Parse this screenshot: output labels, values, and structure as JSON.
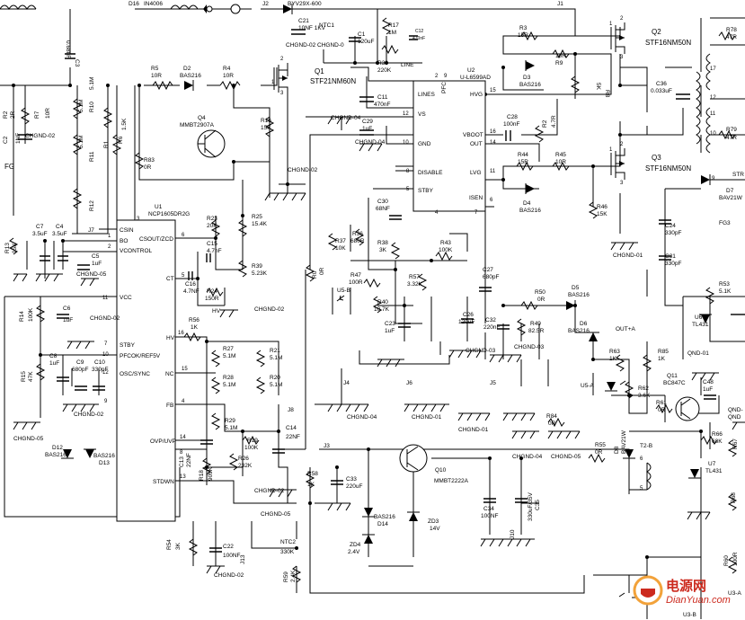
{
  "labels": {
    "d16": "D16",
    "in4006": "IN4006",
    "j2": "J2",
    "byv": "BYV29X-600",
    "j1": "J1",
    "c3": "C3",
    "c3v": "0.68uF",
    "ntc1": "NTC1",
    "c21": "C21",
    "c21v": "10NF 1KV",
    "chgnd02a": "CHGND-02",
    "chgnd0": "CHGND-0",
    "c1": "C1",
    "c1v": "120uF",
    "r17": "R17",
    "r17v": "1M",
    "c12": "C12",
    "c12v": "470nF",
    "r5": "R5",
    "r5v": "10R",
    "d2": "D2",
    "d2v": "BAS216",
    "r4": "R4",
    "r4v": "10R",
    "q1": "Q1",
    "q1v": "STF21NM60N",
    "r30": "R30",
    "r30v": "220K",
    "line": "LINE",
    "u2": "U2",
    "u2v": "U-L6599AD",
    "r3": "R3",
    "r3v": "15R",
    "r9": "R9",
    "r9v": "10R",
    "d3": "D3",
    "d3v": "BAS216",
    "q2": "Q2",
    "q2v": "STF16NM50N",
    "r8": "R8",
    "r8v": "5K",
    "r78": "R78",
    "r78v": "47R",
    "r7": "R7",
    "r7v": "10R",
    "c2": "C2",
    "c2v": "1NF",
    "r2": "R2",
    "r2v": "2R",
    "r6": "R6",
    "r6v": "5.1M",
    "r11": "R11",
    "r11v": "5.1M",
    "r12": "R12",
    "r10": "R10",
    "r10v": "5.1M",
    "fg": "FG",
    "chgnd02b": "CHGND-02",
    "q4": "Q4",
    "q4v": "MMBT2907A",
    "r16": "R16",
    "r16v": "15K",
    "r1": "R1",
    "r1v": "1.5K",
    "r83": "R83",
    "r83v": "0R",
    "chgnd04a": "CHGND-04",
    "c11": "C11",
    "c11v": "470nF",
    "lines": "LINES",
    "vs": "VS",
    "pfc": "PFC",
    "hvg": "HVG",
    "c28": "C28",
    "c28v": "100nF",
    "vboot": "VBOOT",
    "out": "OUT",
    "r2b": "R2",
    "r2bv": "4.7R",
    "c36": "C36",
    "c36v": "0.033uF",
    "r79": "R79",
    "r79v": "47R",
    "c29": "C29",
    "c29v": "1uF",
    "chgnd04b": "CHGND-04",
    "gnd": "GND",
    "lvg": "LVG",
    "r44": "R44",
    "r44v": "15R",
    "r45": "R45",
    "r45v": "10R",
    "q3": "Q3",
    "q3v": "STF16NM50N",
    "chgnd02c": "CHGND-02",
    "disable": "DISABLE",
    "d4": "D4",
    "d4v": "BAS216",
    "d7": "D7",
    "d7v": "BAV21W",
    "stby": "STBY",
    "r46": "R46",
    "r46v": "15K",
    "fg3": "FG3",
    "u1": "U1",
    "u1v": "NCP1605DR2G",
    "c7": "C7",
    "c7v": "3.5uF",
    "c4": "C4",
    "c4v": "3.5uF",
    "j7": "J7",
    "csin": "CSIN",
    "bo": "BO",
    "vcontrol": "VCONTROL",
    "csout": "CSOUT/ZCD",
    "r23": "R23",
    "r23v": "20K",
    "r25": "R25",
    "r25v": "15.4K",
    "c30": "C30",
    "c30v": "68NF",
    "isen": "ISEN",
    "c24": "C24",
    "c24v": "330pF",
    "r13": "R13",
    "r13v": "15K",
    "c5": "C5",
    "c5v": "1uF",
    "chgnd05a": "CHGND-05",
    "c15": "C15",
    "c15v": "4.7nF",
    "r37": "R37",
    "r37v": "10K",
    "r36": "R36",
    "r36v": "680R",
    "r38": "R38",
    "r38v": "3K",
    "r43": "R43",
    "r43v": "100K",
    "chgnd01a": "CHGND-01",
    "c31": "C31",
    "c31v": "330pF",
    "ct": "CT",
    "r39": "R39",
    "r39v": "5.23K",
    "c16": "C16",
    "c16v": "4.7NF",
    "r24": "R24",
    "r24v": "150R",
    "r0": "R0",
    "r0v": "0R",
    "r47": "R47",
    "r47v": "100R",
    "r57": "R57",
    "r57v": "3.32K",
    "c27": "C27",
    "c27v": "680pF",
    "r53": "R53",
    "r53v": "5.1K",
    "vcc": "VCC",
    "hv": "HV",
    "chgnd02d": "CHGND-02",
    "u5b": "U5-B",
    "r40": "R40",
    "r40v": "10.7K",
    "c26": "C26",
    "c26v": "120uF",
    "r50": "R50",
    "r50v": "0R",
    "d5": "D5",
    "d5v": "BAS216",
    "u6": "U6",
    "u6v": "TL431",
    "r14": "R14",
    "r14v": "100K",
    "c6": "C6",
    "c6v": "1uF",
    "chgnd02e": "CHGND-02",
    "r56": "R56",
    "r56v": "1K",
    "c23": "C23",
    "c23v": "1uF",
    "c32": "C32",
    "c32v": "220nF",
    "r49": "R49",
    "r49v": "82.5R",
    "d6": "D6",
    "d6v": "BAS216",
    "outa": "OUT+A",
    "chgnd03": "CHGND-03",
    "chgnd03b": "CHGND-03",
    "qnd01": "QND-01",
    "stbyu1": "STBY",
    "pfcok": "PFCOK/REF5V",
    "r27": "R27",
    "r27v": "5.1M",
    "r21": "R21",
    "r21v": "5.1M",
    "r63": "R63",
    "r63v": "1K",
    "r85": "R85",
    "r85v": "1K",
    "c8": "C8",
    "c8v": "1uF",
    "c9": "C9",
    "c9v": "680pF",
    "c10": "C10",
    "c10v": "330pF",
    "osc": "OSC/SYNC",
    "nc": "NC",
    "r28": "R28",
    "r28v": "5.1M",
    "r20": "R20",
    "r20v": "5.1M",
    "r62": "R62",
    "r62v": "3.6K",
    "q11": "Q11",
    "q11v": "BC847C",
    "c48": "C48",
    "c48v": "1uF",
    "r15": "R15",
    "r15v": "47K",
    "j4": "J4",
    "j6": "J6",
    "j5": "J5",
    "u5a": "U5-A",
    "r61": "R61",
    "r61v": "0R",
    "qnd0": "QND-",
    "qnd": "QND",
    "chgnd02f": "CHGND-02",
    "qndlabel": "QND",
    "fb": "FB",
    "j8": "J8",
    "chgnd04c": "CHGND-04",
    "chgnd01b": "CHGND-01",
    "chgnd01c": "CHGND-01",
    "r29": "R29",
    "r29v": "5.1M",
    "r84": "R84",
    "r84v": "0R",
    "r66": "R66",
    "r66v": "68K",
    "r67": "R67",
    "chgnd05b": "CHGND-05",
    "ovp": "OVP/UVP",
    "r19": "R19",
    "r19v": "100K",
    "c14": "C14",
    "c14v": "22NF",
    "chgnd04d": "CHGND-04",
    "chgnd05c": "CHGND-05",
    "d12": "D12",
    "d12v": "BAS216",
    "d13": "D13",
    "d13v": "BAS216",
    "c13": "C13",
    "c13v": "22NF",
    "r18": "R18",
    "r18v": "909K",
    "r26": "R26",
    "r26v": "232K",
    "j3": "J3",
    "r55": "R55",
    "r55v": "0R",
    "d8": "D8",
    "d8v": "BAV21W",
    "t2b": "T2-B",
    "u7": "U7",
    "u7v": "TL431",
    "stdwn": "STDWN",
    "r58": "R58",
    "r58v": "1K",
    "c33": "C33",
    "c33v": "220uF",
    "q10": "Q10",
    "q10v": "MMBT2222A",
    "chgnd02g": "CHGND-02",
    "chgnd05d": "CHGND-05",
    "c34": "C34",
    "c34v": "100NF",
    "c35": "C35",
    "c35v": "330uF/35V",
    "r68": "R68",
    "d14": "D14",
    "d14v": "BAS216",
    "zd3": "ZD3",
    "zd3v": "14V",
    "zd4": "ZD4",
    "zd4v": "2.4V",
    "r54": "R54",
    "r54v": "3K",
    "c22": "C22",
    "c22v": "100NF",
    "j13": "J13",
    "chgnd02h": "CHGND-02",
    "j10": "J10",
    "ntc2": "NTC2",
    "ntc2v": "330K",
    "r59": "R59",
    "r59v": "2.4K",
    "r60": "R60",
    "r60v": "100R",
    "u3a": "U3-A",
    "u3b": "U3-B",
    "str": "STR",
    "pin1": "1",
    "pin2": "2",
    "pin3": "3",
    "pin4": "4",
    "pin5": "5",
    "pin6": "6",
    "pin7": "7",
    "pin8": "8",
    "pin9": "9",
    "pin10": "10",
    "pin11": "11",
    "pin12": "12",
    "pin13": "13",
    "pin14": "14",
    "pin15": "15",
    "pin16": "16",
    "pin17": "17"
  },
  "watermark": {
    "cn": "电源网",
    "url": "DianYuan.com"
  },
  "colors": {
    "ink": "#000000",
    "watermark_red": "#cc2a1e",
    "watermark_orange": "#f2a23a"
  }
}
